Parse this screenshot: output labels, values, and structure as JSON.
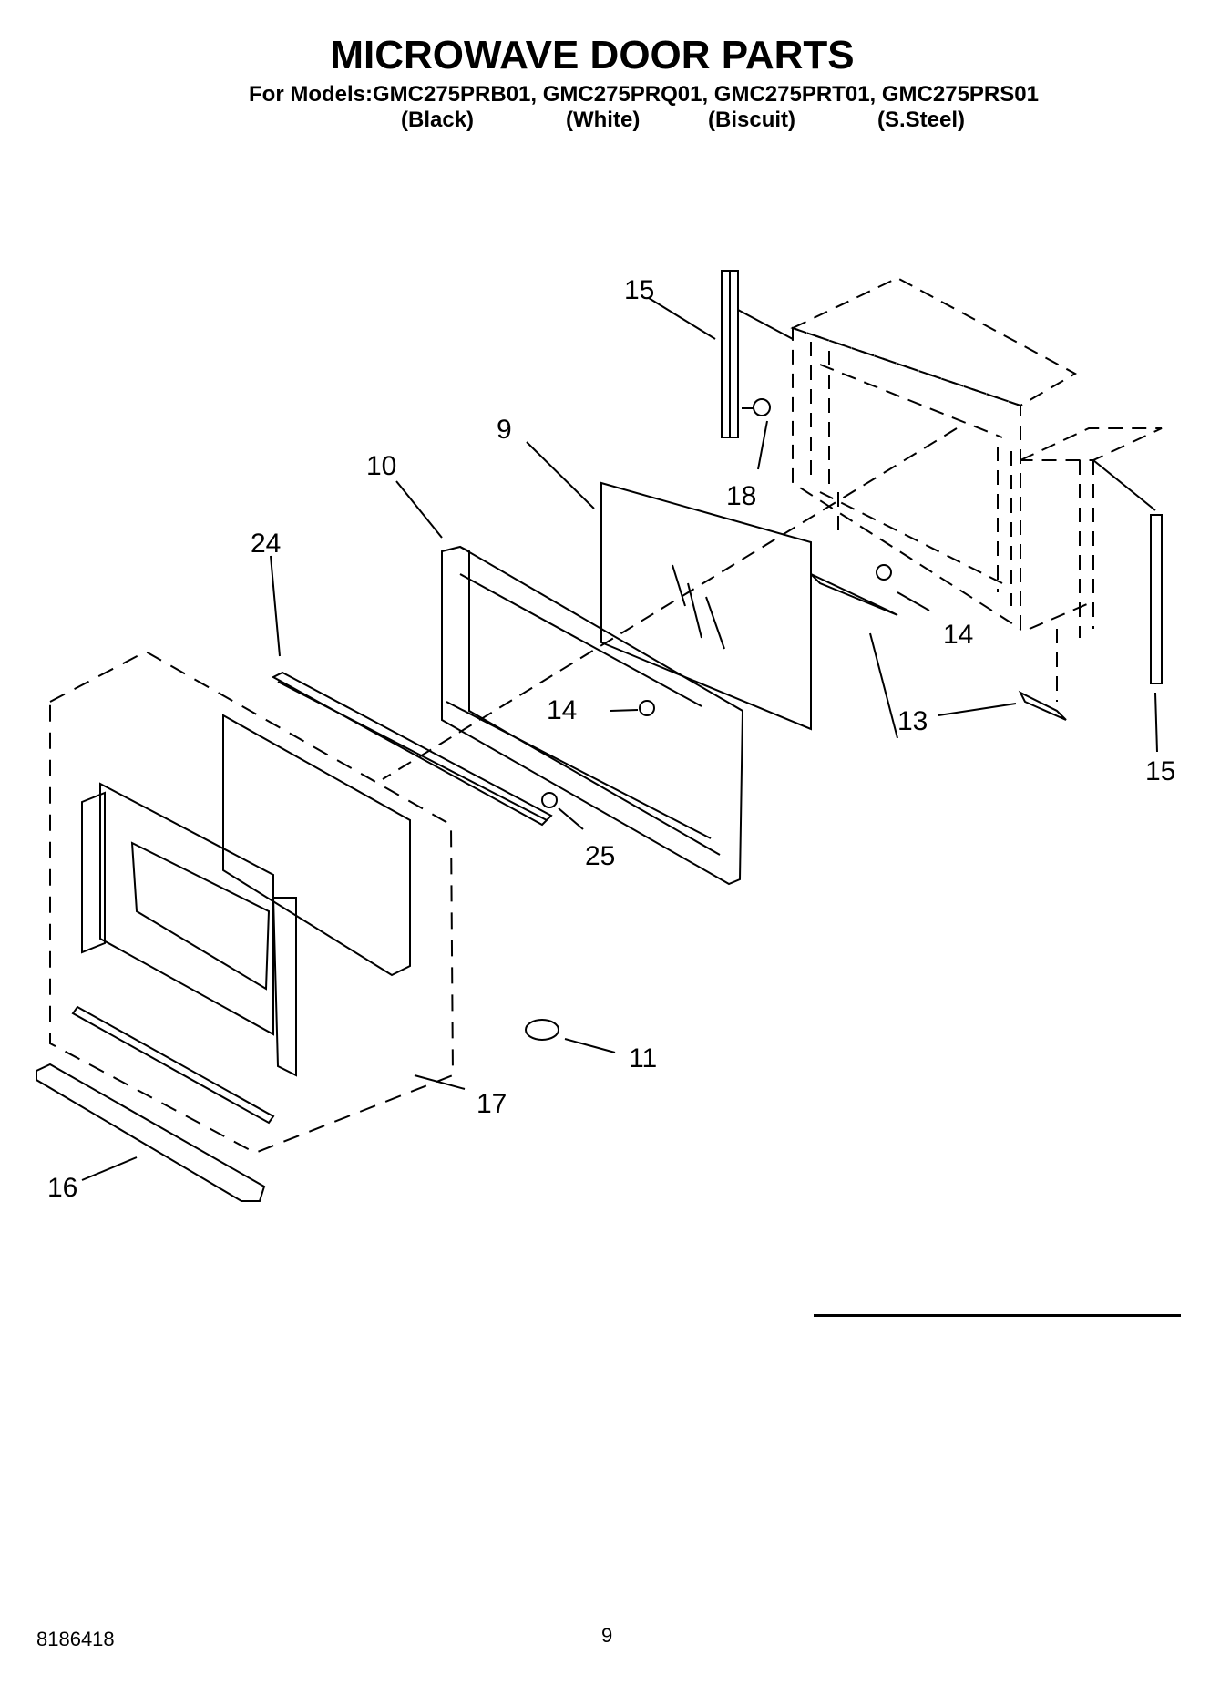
{
  "header": {
    "title": "MICROWAVE DOOR PARTS",
    "models_line": "For Models:GMC275PRB01, GMC275PRQ01, GMC275PRT01, GMC275PRS01",
    "colors": [
      "(Black)",
      "(White)",
      "(Biscuit)",
      "(S.Steel)"
    ]
  },
  "callouts": {
    "c15a": "15",
    "c18": "18",
    "c9": "9",
    "c10": "10",
    "c24": "24",
    "c14a": "14",
    "c14b": "14",
    "c13": "13",
    "c15b": "15",
    "c25": "25",
    "c11": "11",
    "c17": "17",
    "c16": "16"
  },
  "footer": {
    "doc_number": "8186418",
    "page_number": "9"
  }
}
